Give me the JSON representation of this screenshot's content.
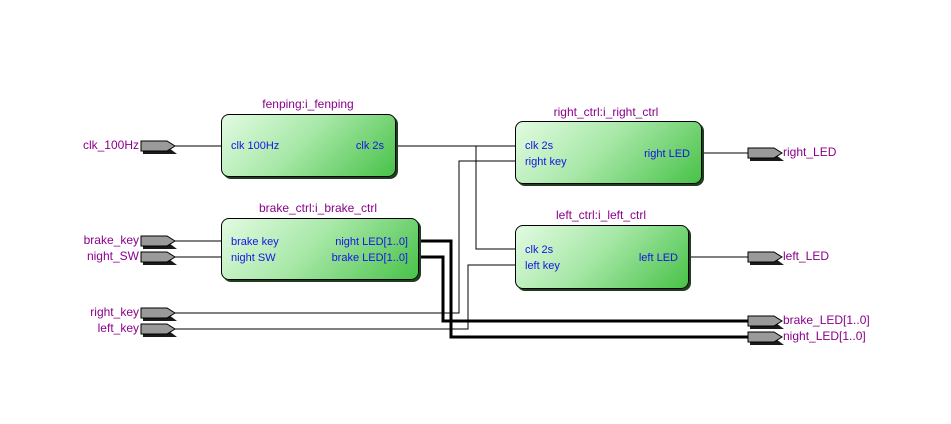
{
  "colors": {
    "instance_label": "#8b008b",
    "port_label": "#1414e6",
    "block_fill_light": "#e2fbe2",
    "block_fill_dark": "#48c248",
    "pin_fill": "#9a9a9a",
    "wire": "#000000"
  },
  "input_pins": [
    {
      "name": "clk_100Hz"
    },
    {
      "name": "brake_key"
    },
    {
      "name": "night_SW"
    },
    {
      "name": "right_key"
    },
    {
      "name": "left_key"
    }
  ],
  "output_pins": [
    {
      "name": "right_LED"
    },
    {
      "name": "left_LED"
    },
    {
      "name": "brake_LED[1..0]"
    },
    {
      "name": "night_LED[1..0]"
    }
  ],
  "blocks": {
    "fenping": {
      "instance": "fenping:i_fenping",
      "inputs": [
        "clk 100Hz"
      ],
      "outputs": [
        "clk 2s"
      ]
    },
    "brake_ctrl": {
      "instance": "brake_ctrl:i_brake_ctrl",
      "inputs": [
        "brake key",
        "night SW"
      ],
      "outputs": [
        "night LED[1..0]",
        "brake LED[1..0]"
      ]
    },
    "right_ctrl": {
      "instance": "right_ctrl:i_right_ctrl",
      "inputs": [
        "clk 2s",
        "right key"
      ],
      "outputs": [
        "right LED"
      ]
    },
    "left_ctrl": {
      "instance": "left_ctrl:i_left_ctrl",
      "inputs": [
        "clk 2s",
        "left key"
      ],
      "outputs": [
        "left LED"
      ]
    }
  }
}
